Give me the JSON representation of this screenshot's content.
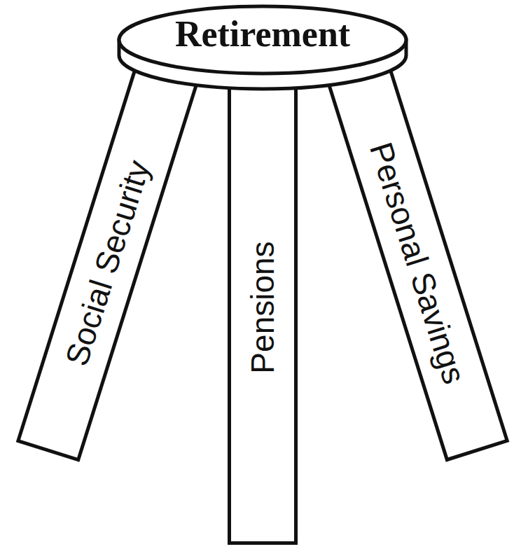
{
  "diagram": {
    "nodes": [
      {
        "text": [
          "Retirement"
        ]
      },
      {
        "text": [
          "Social Security"
        ]
      },
      {
        "text": [
          "Pensions"
        ]
      },
      {
        "text": [
          "Personal Savings"
        ]
      }
    ]
  }
}
